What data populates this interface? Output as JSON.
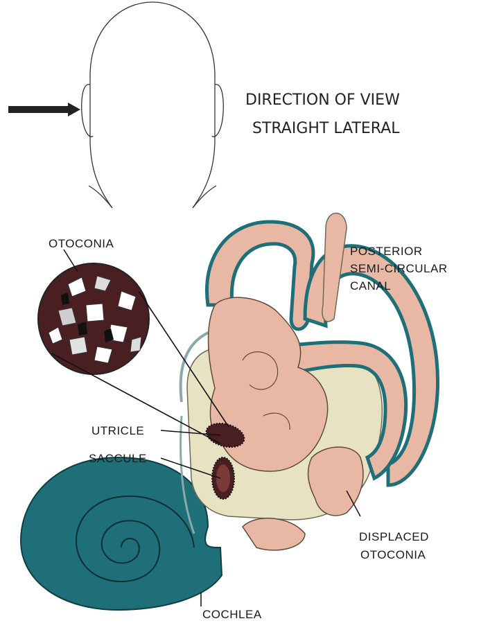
{
  "header": {
    "caption_line1": "DIRECTION OF VIEW",
    "caption_line2": "STRAIGHT LATERAL"
  },
  "labels": {
    "otoconia": "OTOCONIA",
    "posterior_line1": "POSTERIOR",
    "posterior_line2": "SEMI-CIRCULAR",
    "posterior_line3": "CANAL",
    "utricle": "UTRICLE",
    "saccule": "SACCULE",
    "displaced_line1": "DISPLACED",
    "displaced_line2": "OTOCONIA",
    "cochlea": "COCHLEA"
  },
  "colors": {
    "canal_border": "#1f6f78",
    "labyrinth_fill": "#e9b8a4",
    "vestibule_fill": "#e7e3c2",
    "cochlea_fill": "#1f6f78",
    "otoconia_bg": "#4a1f22",
    "arrow": "#222222"
  }
}
